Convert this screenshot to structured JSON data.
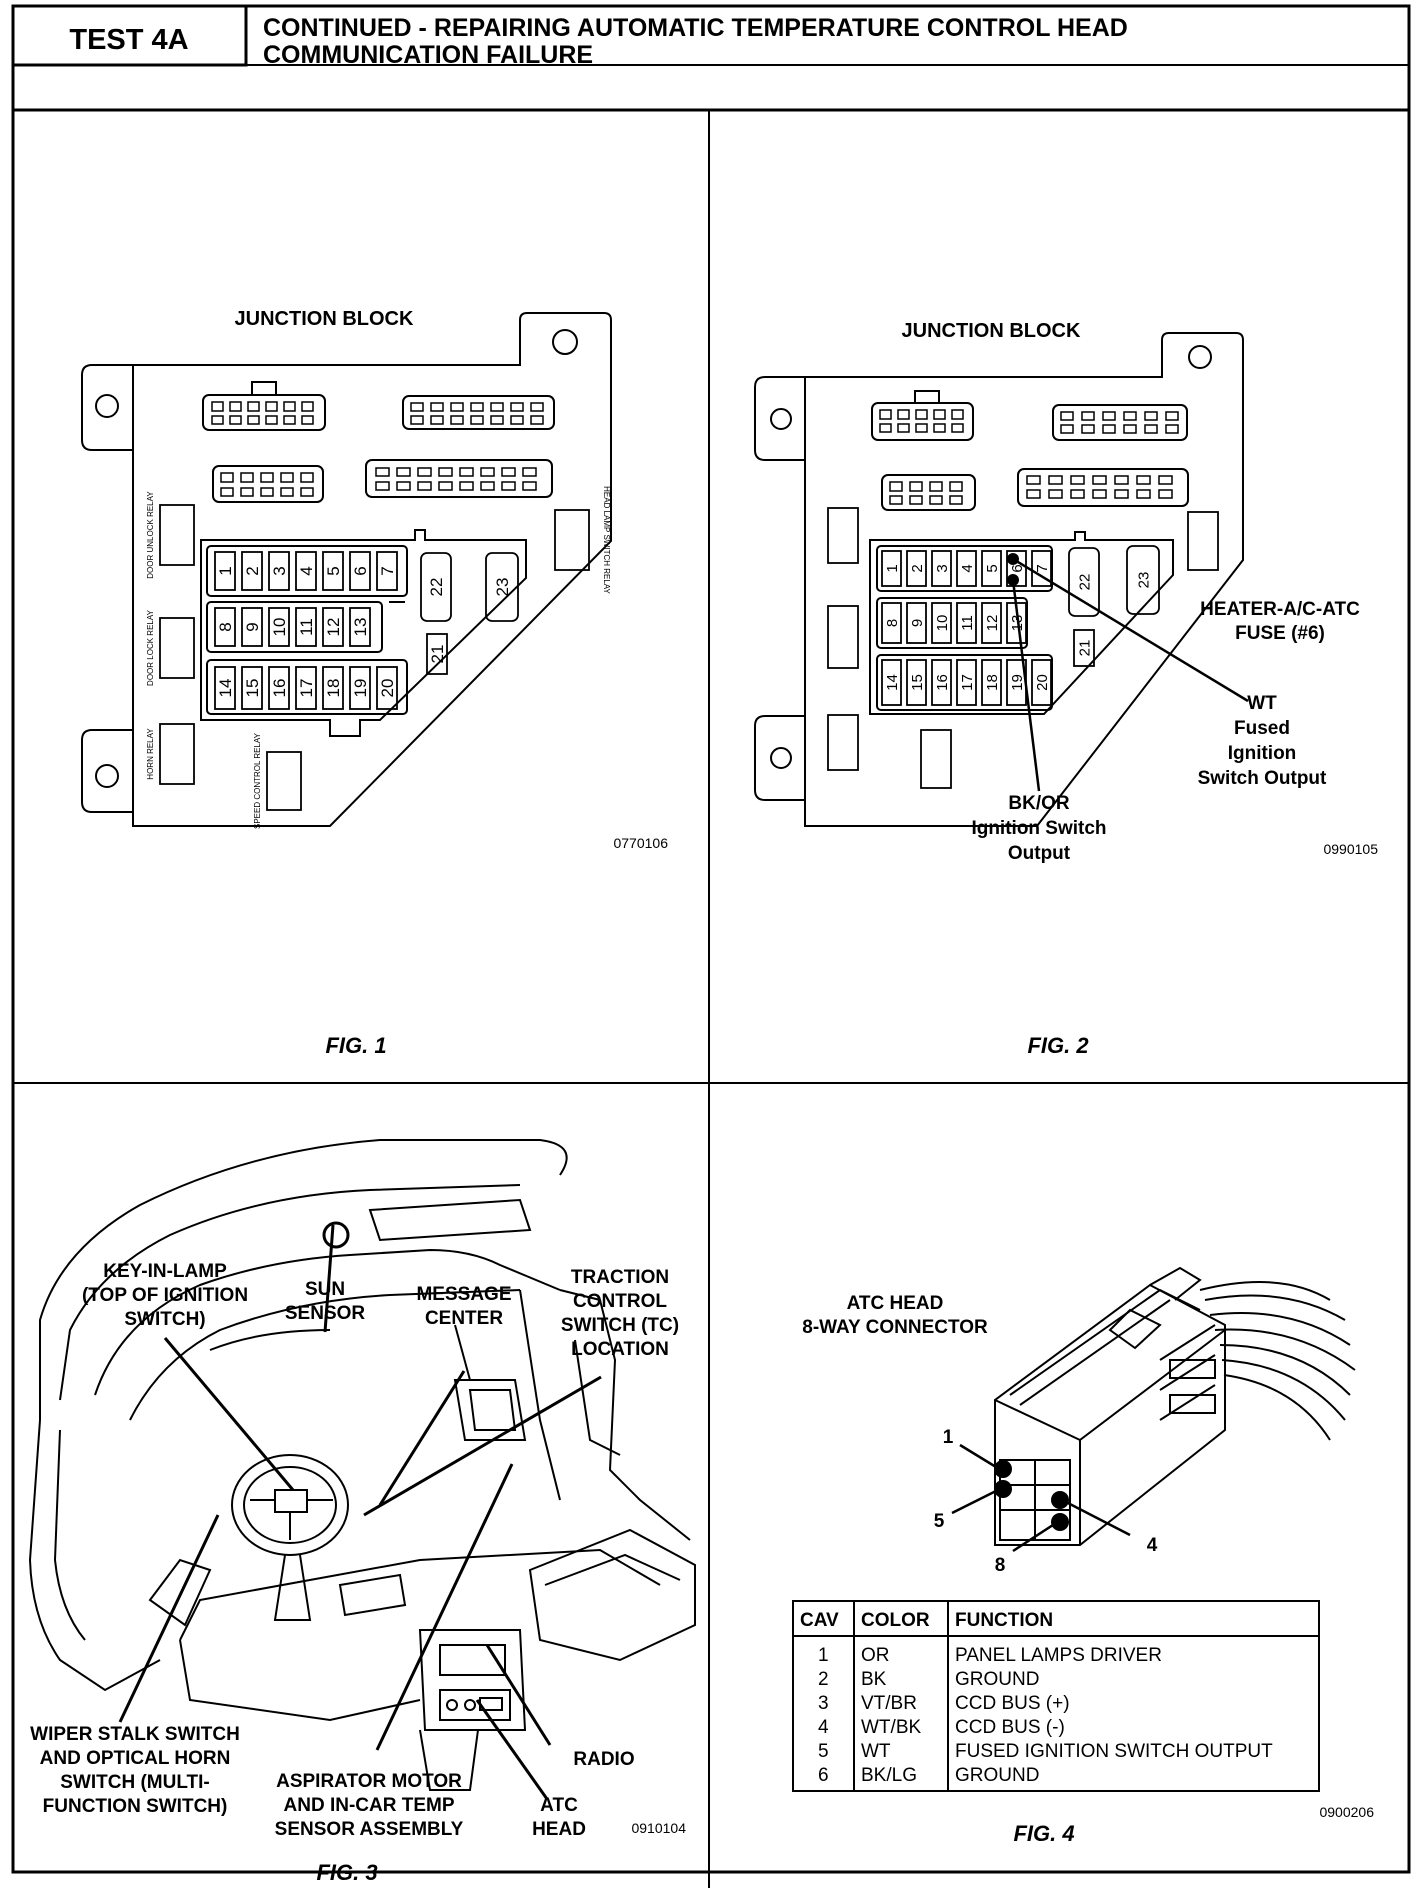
{
  "header": {
    "test_id": "TEST 4A",
    "title_line1": "CONTINUED - REPAIRING AUTOMATIC TEMPERATURE CONTROL HEAD",
    "title_line2": "COMMUNICATION FAILURE"
  },
  "fig1": {
    "title": "JUNCTION BLOCK",
    "relays": [
      "DOOR UNLOCK RELAY",
      "DOOR LOCK RELAY",
      "HORN RELAY",
      "SPEED CONTROL RELAY",
      "HEAD LAMP SWITCH RELAY"
    ],
    "fuses_row1": [
      "1",
      "2",
      "3",
      "4",
      "5",
      "6",
      "7"
    ],
    "fuses_row2": [
      "8",
      "9",
      "10",
      "11",
      "12",
      "13"
    ],
    "fuses_row3": [
      "14",
      "15",
      "16",
      "17",
      "18",
      "19",
      "20"
    ],
    "fuse_21": "21",
    "fuse_22": "22",
    "fuse_23": "23",
    "code": "0770106",
    "caption": "FIG. 1"
  },
  "fig2": {
    "title": "JUNCTION BLOCK",
    "fuses_row1": [
      "1",
      "2",
      "3",
      "4",
      "5",
      "6",
      "7"
    ],
    "fuses_row2": [
      "8",
      "9",
      "10",
      "11",
      "12",
      "13"
    ],
    "fuses_row3": [
      "14",
      "15",
      "16",
      "17",
      "18",
      "19",
      "20"
    ],
    "fuse_21": "21",
    "fuse_22": "22",
    "fuse_23": "23",
    "heater_label_l1": "HEATER-A/C-ATC",
    "heater_label_l2": "FUSE (#6)",
    "wt_l1": "WT",
    "wt_l2": "Fused",
    "wt_l3": "Ignition",
    "wt_l4": "Switch Output",
    "bkor_l1": "BK/OR",
    "bkor_l2": "Ignition Switch",
    "bkor_l3": "Output",
    "code": "0990105",
    "caption": "FIG. 2"
  },
  "fig3": {
    "key_l1": "KEY-IN-LAMP",
    "key_l2": "(TOP OF IGNITION",
    "key_l3": "SWITCH)",
    "sun_l1": "SUN",
    "sun_l2": "SENSOR",
    "msg_l1": "MESSAGE",
    "msg_l2": "CENTER",
    "tc_l1": "TRACTION",
    "tc_l2": "CONTROL",
    "tc_l3": "SWITCH (TC)",
    "tc_l4": "LOCATION",
    "wiper_l1": "WIPER STALK SWITCH",
    "wiper_l2": "AND OPTICAL HORN",
    "wiper_l3": "SWITCH (MULTI-",
    "wiper_l4": "FUNCTION SWITCH)",
    "asp_l1": "ASPIRATOR MOTOR",
    "asp_l2": "AND IN-CAR TEMP",
    "asp_l3": "SENSOR ASSEMBLY",
    "radio": "RADIO",
    "atc_l1": "ATC",
    "atc_l2": "HEAD",
    "code": "0910104",
    "caption": "FIG. 3"
  },
  "fig4": {
    "title_l1": "ATC HEAD",
    "title_l2": "8-WAY CONNECTOR",
    "pin_1": "1",
    "pin_5": "5",
    "pin_8": "8",
    "pin_4": "4",
    "table": {
      "headers": [
        "CAV",
        "COLOR",
        "FUNCTION"
      ],
      "rows": [
        [
          "1",
          "OR",
          "PANEL LAMPS DRIVER"
        ],
        [
          "2",
          "BK",
          "GROUND"
        ],
        [
          "3",
          "VT/BR",
          "CCD BUS (+)"
        ],
        [
          "4",
          "WT/BK",
          "CCD BUS (-)"
        ],
        [
          "5",
          "WT",
          "FUSED IGNITION SWITCH OUTPUT"
        ],
        [
          "6",
          "BK/LG",
          "GROUND"
        ]
      ]
    },
    "code": "0900206",
    "caption": "FIG. 4"
  }
}
